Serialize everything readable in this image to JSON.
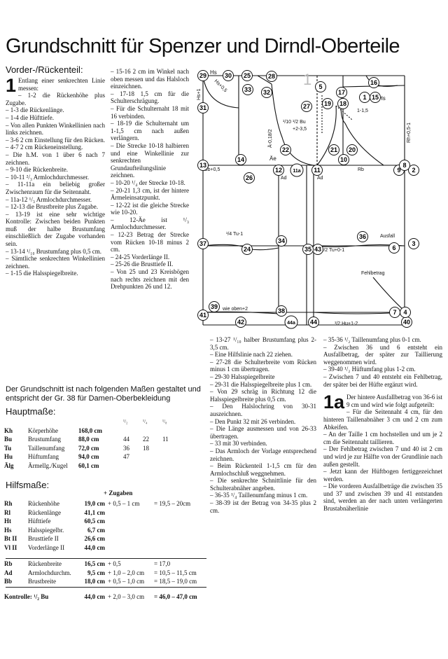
{
  "title": "Grundschnitt für Spenzer und Dirndl-Oberteile",
  "section": "Vorder-/Rückenteil:",
  "col1_first": "Entlang einer senkrechten Linie messen:",
  "col1_dropcap": "1",
  "col1": [
    "– 1-2 die Rückenhöhe plus Zugabe.",
    "– 1-3 die Rückenlänge.",
    "– 1-4 die Hüfttiefe.",
    "– Von allen Punkten Winkellinien nach links zeichnen.",
    "– 3-6 2 cm Einstellung für den Rücken.",
    "– 4-7 2 cm Rückeneinstellung.",
    "– Die h.M. von 1 über 6 nach 7 zeichnen.",
    "– 9-10 die Rückenbreite.",
    "– 10-11 ²/₃ Armlochdurchmesser.",
    "– 11-11a ein beliebig großer Zwischenraum für die Seitennaht.",
    "– 11a-12 ¹/₃ Armlochdurchmesser.",
    "– 12-13 die Brustbreite plus Zugabe.",
    "– 13-19 ist eine sehr wichtige Kontrolle: Zwischen beiden Punkten muß der halbe Brustumfang einschließlich der Zugabe vorhanden sein.",
    "– 13-14 ¹/₁₀ Brustumfang plus 0,5 cm.",
    "– Sämtliche senkrechten Winkellinien zeichnen.",
    "– 1-15 die Halsspiegelbreite."
  ],
  "col2": [
    "– 15-16 2 cm im Winkel nach oben messen und das Halsloch einzeichnen.",
    "– 17-18 1,5 cm für die Schulterschrägung.",
    "– Für die Schulternaht 18 mit 16 verbinden.",
    "– 18-19 die Schulternaht um 1-1,5 cm nach außen verlängern.",
    "– Die Strecke 10-18 halbieren und eine Winkellinie zur senkrechten Grundaufteilungslinie zeichnen.",
    "– 10-20 ¹/₄ der Strecke 10-18.",
    "– 20-21 1,3 cm, ist der hintere Ärmeleinsatzpunkt.",
    "– 12-22 ist die gleiche Strecke wie 10-20.",
    "– 12-Äe ist ¹/₃ Armlochdurchmesser.",
    "– 12-23 Betrag der Strecke vom Rücken 10-18 minus 2 cm.",
    "– 24-25 Vorderlänge II.",
    "– 25-26 die Brusttiefe II.",
    "– Von 25 und 23 Kreisbögen nach rechts zeichnen mit den Drehpunkten 26 und 12."
  ],
  "intro": "Der Grundschnitt ist nach folgenden Maßen gestaltet und entspricht der Gr. 38 für Damen-Oberbekleidung",
  "haupt_title": "Hauptmaße:",
  "haupt_frac": [
    "¹/₂",
    "¹/₄",
    "¹/₈"
  ],
  "haupt": [
    {
      "a": "Kh",
      "n": "Körperhöhe",
      "v": "168,0 cm",
      "f": [
        "",
        "",
        ""
      ]
    },
    {
      "a": "Bu",
      "n": "Brustumfang",
      "v": "88,0 cm",
      "f": [
        "44",
        "22",
        "11"
      ]
    },
    {
      "a": "Tu",
      "n": "Taillenumfang",
      "v": "72,0 cm",
      "f": [
        "36",
        "18",
        ""
      ]
    },
    {
      "a": "Hu",
      "n": "Hüftumfang",
      "v": "94,0 cm",
      "f": [
        "47",
        "",
        ""
      ]
    },
    {
      "a": "Älg",
      "n": "Ärmellg./Kugel",
      "v": "60,1 cm",
      "f": [
        "",
        "",
        ""
      ]
    }
  ],
  "hilf_title": "Hilfsmaße:",
  "zugaben": "+ Zugaben",
  "hilf": [
    {
      "a": "Rh",
      "n": "Rückenhöhe",
      "v": "19,0 cm",
      "z": "+ 0,5 – 1 cm",
      "r": "= 19,5 – 20cm"
    },
    {
      "a": "Rl",
      "n": "Rückenlänge",
      "v": "41,1 cm",
      "z": "",
      "r": ""
    },
    {
      "a": "Ht",
      "n": "Hüfttiefe",
      "v": "60,5 cm",
      "z": "",
      "r": ""
    },
    {
      "a": "Hs",
      "n": "Halsspiegelbr.",
      "v": "6,7 cm",
      "z": "",
      "r": ""
    },
    {
      "a": "Bt II",
      "n": "Brusttiefe II",
      "v": "26,6 cm",
      "z": "",
      "r": ""
    },
    {
      "a": "Vl II",
      "n": "Vorderlänge II",
      "v": "44,0 cm",
      "z": "",
      "r": ""
    }
  ],
  "hilf2": [
    {
      "a": "Rb",
      "n": "Rückenbreite",
      "v": "16,5 cm",
      "z": "+ 0,5",
      "r": "= 17,0"
    },
    {
      "a": "Ad",
      "n": "Armlochdurchm.",
      "v": "9,5 cm",
      "z": "+ 1,0 – 2,0 cm",
      "r": "= 10,5 – 11,5 cm"
    },
    {
      "a": "Bb",
      "n": "Brustbreite",
      "v": "18,0 cm",
      "z": "+ 0,5 – 1,0 cm",
      "r": "= 18,5 – 19,0 cm"
    }
  ],
  "kontrolle": {
    "a": "Kontrolle: ¹/₂ Bu",
    "v": "44,0 cm",
    "z": "+ 2,0 – 3,0 cm",
    "r": "= 46,0 – 47,0 cm"
  },
  "col3": [
    "– 13-27 ¹/₁₀ halber Brustumfang plus 2-3,5 cm.",
    "– Eine Hilfslinie nach 22 ziehen.",
    "– 27-28 die Schulterbreite vom Rücken minus 1 cm übertragen.",
    "– 29-30 Halsspiegelbreite",
    "– 29-31 die Halsspiegelbreite plus 1 cm.",
    "– Von 29 schräg in Richtung 12 die Halsspiegelbreite plus 0,5 cm.",
    "– Den Halslochring von 30-31 auszeichnen.",
    "– Den Punkt 32 mit 26 verbinden.",
    "– Die Länge ausmessen und von 26-33 übertragen.",
    "– 33 mit 30 verbinden.",
    "– Das Armloch der Vorlage entsprechend zeichnen.",
    "– Beim Rückenteil 1-1,5 cm für den Armlochschluß weggnehmen.",
    "– Die senkrechte Schnittlinie für den Schulterabnäher angeben.",
    "– 36-35 ¹/₄ Taillenumfang minus 1 cm.",
    "– 38-39 ist der Betrag von 34-35 plus 2 cm."
  ],
  "col4a": [
    "– 35-36 ¹/₂ Taillenumfang plus 0-1 cm.",
    "– Zwischen 36 und 6 entsteht ein Ausfallbetrag, der später zur Taillierung weggenommen wird.",
    "– 39-40 ¹/₂ Hüftumfang plus 1-2 cm.",
    "– Zwischen 7 und 40 entsteht ein Fehlbetrag, der später bei der Hüfte ergänzt wird."
  ],
  "col4_drop": "1a",
  "col4_first": "Der hintere Ausfallbetrag von 36-6 ist 9 cm und wird wie folgt aufgeteilt:",
  "col4b": [
    "– Für die Seitennaht 4 cm, für den hinteren Taillenabnäher 3 cm und 2 cm zum Abkeifen.",
    "– An der Taille 1 cm hochstellen und um je 2 cm die Seitennaht taillieren.",
    "– Der Fehlbetrag zwischen 7 und 40 ist 2 cm und wird je zur Hälfte von der Grundlinie nach außen gestellt.",
    "– Jetzt kann der Hüftbogen fertiggezeichnet werden.",
    "– Die vorderen Ausfallbeträge die zwischen 35 und 37 und zwischen 39 und 41 entstanden sind, werden an der nach unten verlängerten Brustabnäherlinie"
  ],
  "diagram": {
    "fig_number": "1",
    "labels": {
      "hs": "Hs",
      "hs1": "Hs+1",
      "hs05": "Hs+0,5",
      "bb": "Bb+0,5",
      "ae": "Äe",
      "ad1": "Ad",
      "ad2": "Ad",
      "rb": "Rb",
      "bu": "¹/10 ¹/2 Bu",
      "bu2": "+2-3,5",
      "frac15": "1-1,5",
      "ae2": "Ä-0,18/2",
      "rh": "Rh+0,5-1",
      "tu1": "¹/4 Tu-1",
      "tu2": "¹/2 Tu+0-1",
      "ausfall": "Ausfall",
      "fehl": "Fehlbetrag",
      "wie": "wie oben+2",
      "hu": "¹/2 Hu+1-2",
      "hs2": "Hs"
    },
    "points": [
      "29",
      "30",
      "25",
      "28",
      "33",
      "32",
      "27",
      "22",
      "12",
      "11a",
      "11",
      "21",
      "20",
      "10",
      "9",
      "2",
      "13",
      "14",
      "26",
      "16",
      "17",
      "15",
      "1",
      "19",
      "18",
      "31",
      "37",
      "24",
      "34",
      "43",
      "36",
      "35",
      "6",
      "3",
      "38",
      "39",
      "41",
      "42",
      "44a",
      "44",
      "40",
      "7",
      "4",
      "5",
      "8"
    ]
  }
}
